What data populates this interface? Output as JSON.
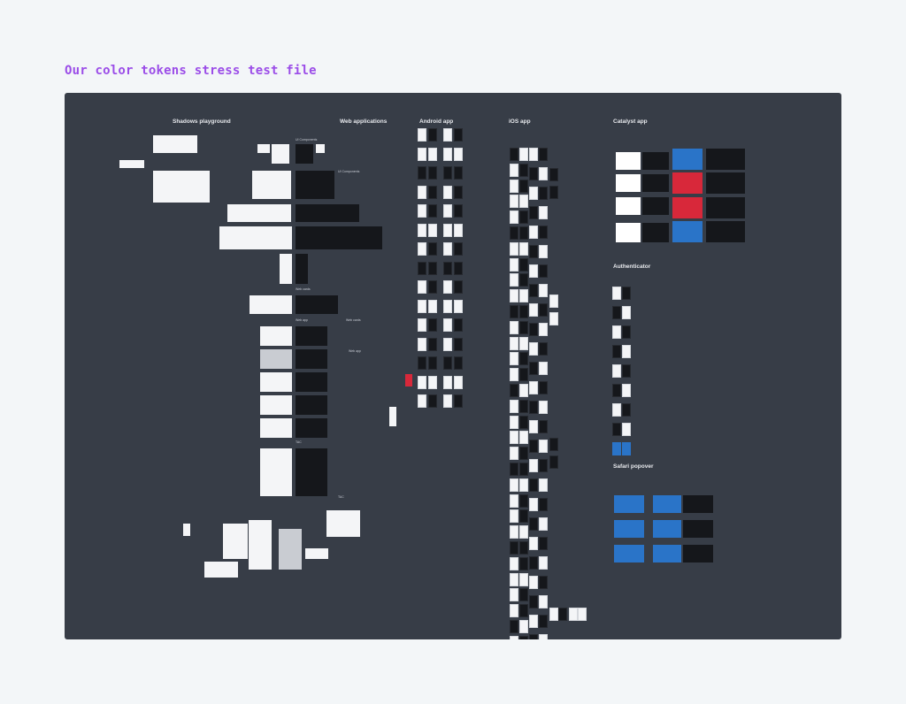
{
  "page": {
    "title": "Our color tokens stress test file"
  },
  "sections": {
    "shadows": "Shadows playground",
    "web": "Web applications",
    "android": "Android app",
    "ios": "iOS app",
    "catalyst": "Catalyst app",
    "authenticator": "Authenticator",
    "safari": "Safari popover"
  },
  "labels": {
    "ui_components": "UI Components",
    "ui_components_2": "UI Components",
    "web_cards": "Web cards",
    "web_app": "Web app",
    "web_app_2": "Web app",
    "web_cards_2": "Web cards",
    "tac": "TAC",
    "tac_2": "TAC"
  },
  "colors": {
    "page_bg": "#f3f6f8",
    "canvas_bg": "#373d47",
    "title": "#9b4de8",
    "accent_blue": "#2a74c8",
    "accent_red": "#d8283a"
  }
}
